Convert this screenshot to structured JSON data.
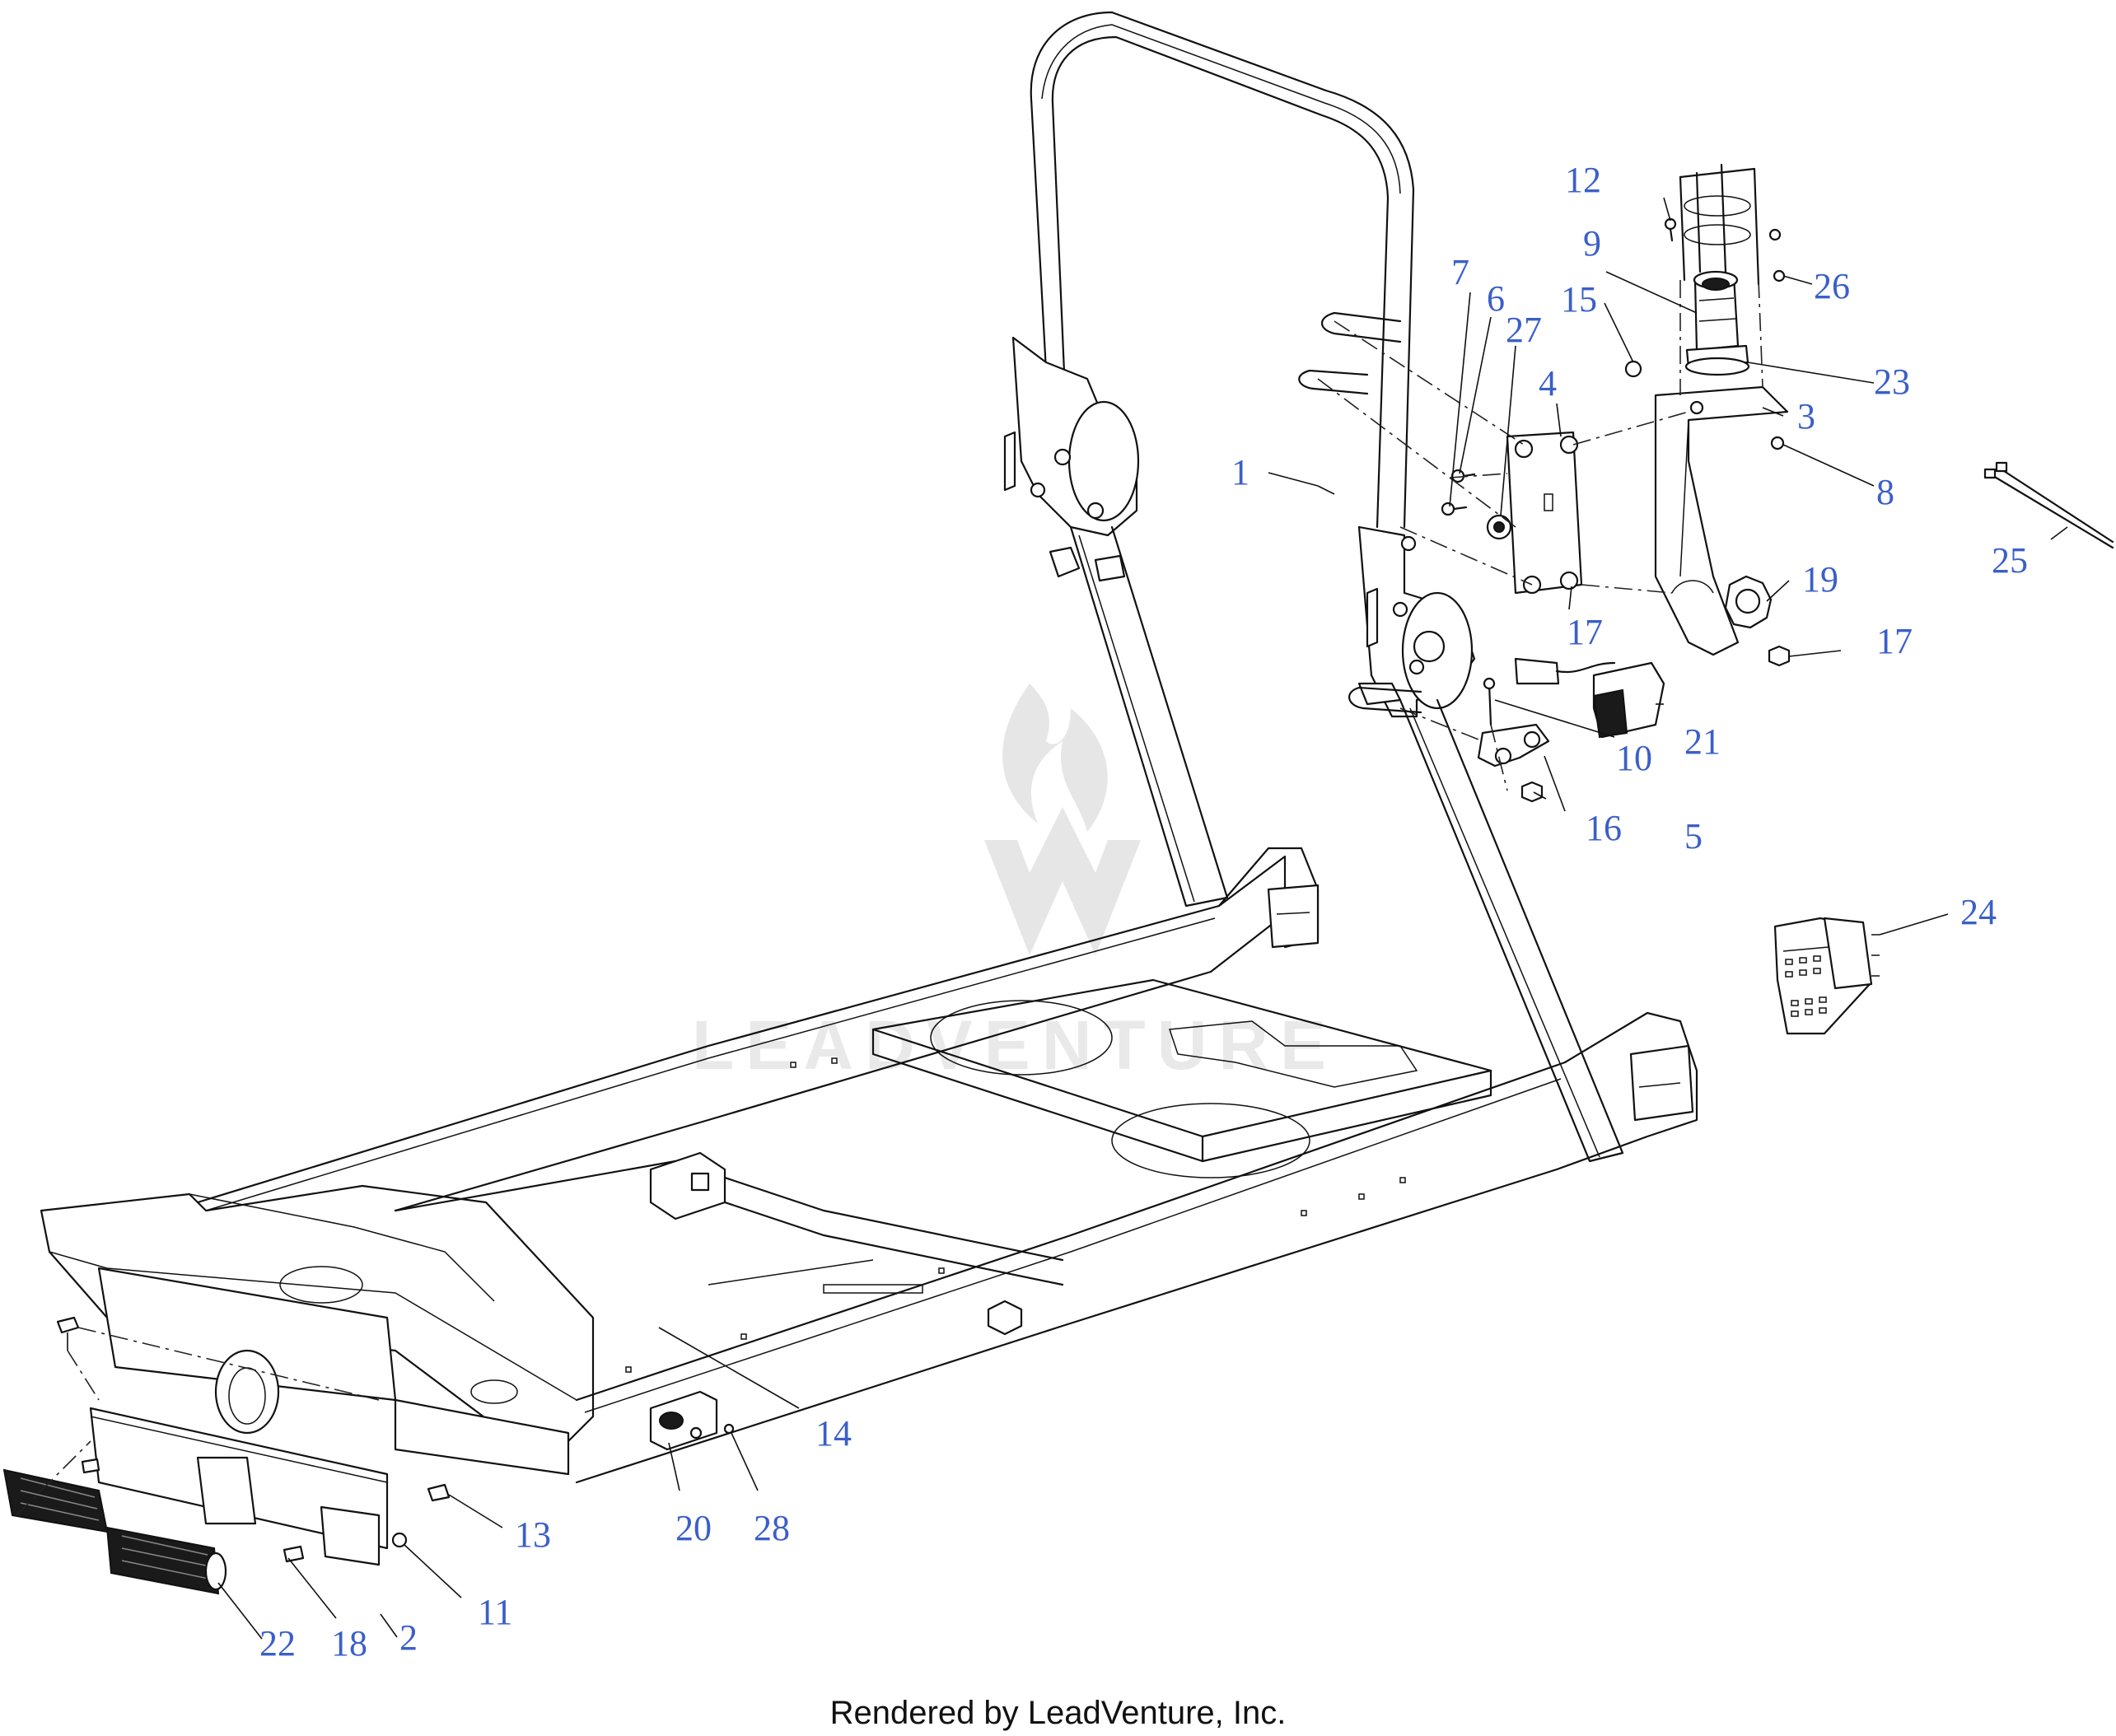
{
  "diagram": {
    "callouts": [
      "1",
      "2",
      "3",
      "4",
      "5",
      "6",
      "7",
      "8",
      "9",
      "10",
      "11",
      "12",
      "13",
      "14",
      "15",
      "16",
      "17",
      "17",
      "18",
      "19",
      "20",
      "21",
      "22",
      "23",
      "24",
      "25",
      "26",
      "27",
      "28"
    ],
    "watermark": "LEADVENTURE"
  },
  "footer": {
    "text": "Rendered by LeadVenture, Inc."
  }
}
